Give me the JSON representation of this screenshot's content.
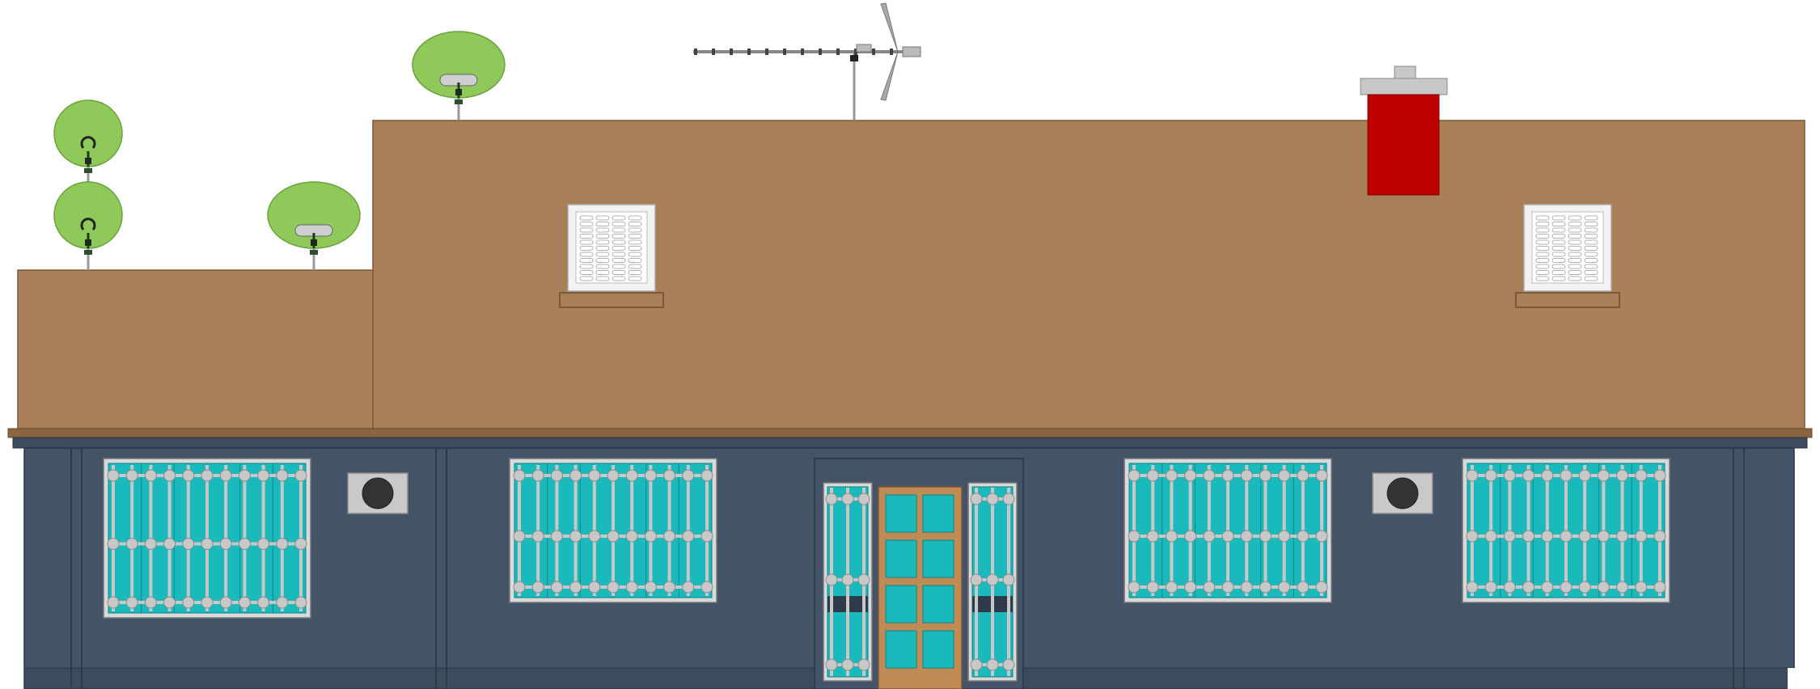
{
  "drawing": {
    "colors": {
      "sky": "#ffffff",
      "roof": "#a87f56",
      "roof_edge": "#8a6540",
      "wall": "#445468",
      "wall_band": "#3c4b5e",
      "wall_trim": "#2f3b4a",
      "glass": "#1ab9bb",
      "grille": "#c8c8c8",
      "grille_dark": "#8c8c8c",
      "vent_face": "#f2f2f2",
      "chimney": "#bf0000",
      "chimney_cap": "#c8c8c8",
      "dish": "#8ec95a",
      "dish_edge": "#6aa23f",
      "door_frame": "#c08a55",
      "ac_unit": "#c9c9c9",
      "fan": "#333333"
    },
    "satellite_dishes": [
      {
        "style": "loop-feed",
        "location": "lower-roof"
      },
      {
        "style": "loop-feed",
        "location": "lower-roof"
      },
      {
        "style": "bar-feed",
        "location": "lower-roof"
      },
      {
        "style": "bar-feed",
        "location": "upper-roof"
      }
    ],
    "tv_antenna": {
      "type": "yagi",
      "location": "upper-roof"
    },
    "chimney": {
      "location": "upper-roof"
    },
    "roof_vents": [
      {
        "style": "louvered",
        "location": "roof-left"
      },
      {
        "style": "louvered",
        "location": "roof-right"
      }
    ],
    "windows": [
      {
        "glazing": "cyan",
        "grille": "bars"
      },
      {
        "glazing": "cyan",
        "grille": "bars"
      },
      {
        "glazing": "cyan",
        "grille": "bars"
      },
      {
        "glazing": "cyan",
        "grille": "bars"
      }
    ],
    "ac_units": [
      {
        "style": "wall-mounted"
      },
      {
        "style": "wall-mounted"
      }
    ],
    "entrance": {
      "door_panes": 8,
      "side_grilles": 2
    }
  }
}
